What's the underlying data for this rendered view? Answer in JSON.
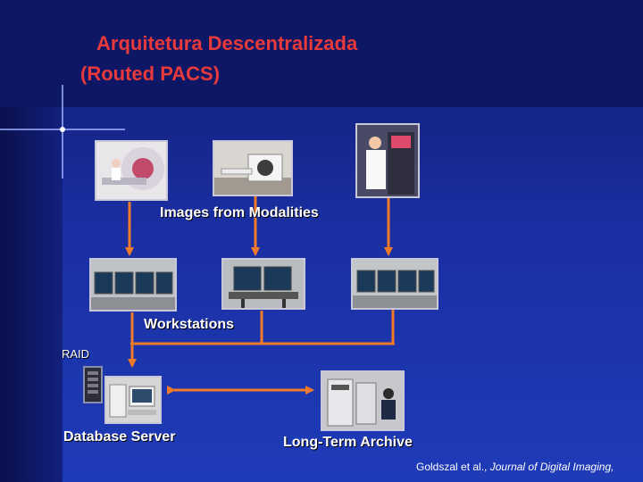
{
  "title": {
    "line1": "Arquitetura Descentralizada",
    "line2": "(Routed PACS)"
  },
  "labels": {
    "modalities": "Images from Modalities",
    "workstations": "Workstations",
    "raid": "RAID",
    "database_server": "Database Server",
    "archive": "Long-Term Archive"
  },
  "credit": {
    "authors": "Goldszal et al.,",
    "journal": "Journal of Digital Imaging,"
  },
  "colors": {
    "background": "#1a2ea0",
    "title": "#e83a3a",
    "arrow": "#f07a2a",
    "text": "#ffffff"
  }
}
